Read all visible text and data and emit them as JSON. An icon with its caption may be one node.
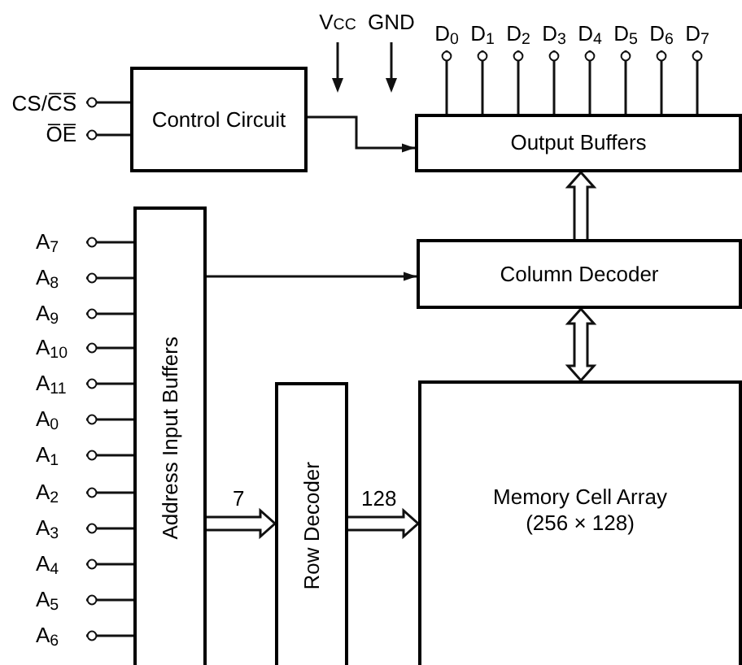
{
  "diagram": {
    "nodes": [
      {
        "text": [
          "Control Circuit"
        ]
      },
      {
        "text": [
          "Output Buffers"
        ]
      },
      {
        "text": [
          "Column Decoder"
        ]
      },
      {
        "text": [
          "Address Input Buffers"
        ]
      },
      {
        "text": [
          "Row Decoder"
        ]
      },
      {
        "text": [
          "Memory Cell Array",
          "(256 × 128)"
        ]
      },
      {
        "text": [
          "CS/C̅S̅"
        ]
      },
      {
        "text": [
          "O̅E̅"
        ]
      },
      {
        "text": [
          "D$_{0}$"
        ]
      },
      {
        "text": [
          "D$_{1}$"
        ]
      },
      {
        "text": [
          "D$_{2}$"
        ]
      },
      {
        "text": [
          "D$_{3}$"
        ]
      },
      {
        "text": [
          "D$_{4}$"
        ]
      },
      {
        "text": [
          "D$_{5}$"
        ]
      },
      {
        "text": [
          "D$_{6}$"
        ]
      },
      {
        "text": [
          "D$_{7}$"
        ]
      },
      {
        "text": [
          "A$_{7}$"
        ]
      },
      {
        "text": [
          "A$_{8}$"
        ]
      },
      {
        "text": [
          "A$_{9}$"
        ]
      },
      {
        "text": [
          "A$_{10}$"
        ]
      },
      {
        "text": [
          "A$_{11}$"
        ]
      },
      {
        "text": [
          "A$_{0}$"
        ]
      },
      {
        "text": [
          "A$_{1}$"
        ]
      },
      {
        "text": [
          "A$_{2}$"
        ]
      },
      {
        "text": [
          "A$_{3}$"
        ]
      },
      {
        "text": [
          "A$_{4}$"
        ]
      },
      {
        "text": [
          "A$_{5}$"
        ]
      },
      {
        "text": [
          "A$_{6}$"
        ]
      }
    ],
    "edges": [
      {
        "from": 6,
        "to": 0,
        "arrow": "other"
      },
      {
        "from": 7,
        "to": 0,
        "arrow": "other"
      },
      {
        "from": 0,
        "to": 1,
        "arrow": "to"
      },
      {
        "from": 8,
        "to": 1,
        "arrow": "other"
      },
      {
        "from": 9,
        "to": 1,
        "arrow": "other"
      },
      {
        "from": 10,
        "to": 1,
        "arrow": "other"
      },
      {
        "from": 11,
        "to": 1,
        "arrow": "other"
      },
      {
        "from": 12,
        "to": 1,
        "arrow": "other"
      },
      {
        "from": 13,
        "to": 1,
        "arrow": "other"
      },
      {
        "from": 14,
        "to": 1,
        "arrow": "other"
      },
      {
        "from": 15,
        "to": 1,
        "arrow": "other"
      },
      {
        "from": 16,
        "to": 3,
        "arrow": "other"
      },
      {
        "from": 17,
        "to": 3,
        "arrow": "other"
      },
      {
        "from": 18,
        "to": 3,
        "arrow": "other"
      },
      {
        "from": 19,
        "to": 3,
        "arrow": "other"
      },
      {
        "from": 20,
        "to": 3,
        "arrow": "other"
      },
      {
        "from": 21,
        "to": 3,
        "arrow": "other"
      },
      {
        "from": 22,
        "to": 3,
        "arrow": "other"
      },
      {
        "from": 23,
        "to": 3,
        "arrow": "other"
      },
      {
        "from": 24,
        "to": 3,
        "arrow": "other"
      },
      {
        "from": 25,
        "to": 3,
        "arrow": "other"
      },
      {
        "from": 26,
        "to": 3,
        "arrow": "other"
      },
      {
        "from": 27,
        "to": 3,
        "arrow": "other"
      },
      {
        "from": 3,
        "to": 2,
        "arrow": "to"
      },
      {
        "from": 2,
        "to": 1,
        "arrow": "to",
        "style": "thick"
      },
      {
        "from": 2,
        "to": 5,
        "arrow": "both",
        "style": "thick"
      },
      {
        "from": 3,
        "to": 4,
        "arrow": "to",
        "style": "thick",
        "label": "7"
      },
      {
        "from": 4,
        "to": 5,
        "arrow": "to",
        "style": "thick",
        "label": "128"
      }
    ],
    "labels": [
      "V$_{CC}$",
      "GND"
    ]
  }
}
